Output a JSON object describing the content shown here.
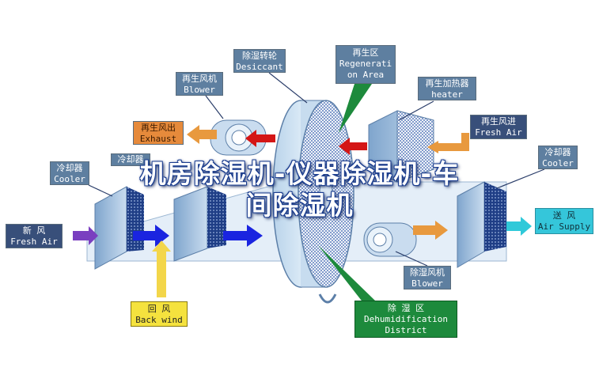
{
  "labels": {
    "desiccant": {
      "cn": "除湿转轮",
      "en": "Desiccant"
    },
    "regeneration_area": {
      "cn": "再生区",
      "en1": "Regenerati",
      "en2": "on Area"
    },
    "regen_blower": {
      "cn": "再生风机",
      "en": "Blower"
    },
    "regen_heater": {
      "cn": "再生加热器",
      "en": "heater"
    },
    "regen_exhaust": {
      "cn": "再生风出",
      "en": "Exhaust"
    },
    "regen_fresh_air": {
      "cn": "再生风进",
      "en": "Fresh Air"
    },
    "cooler_left": {
      "cn": "冷却器",
      "en": "Cooler"
    },
    "cooler_second": {
      "cn": "冷却器"
    },
    "cooler_right": {
      "cn": "冷却器",
      "en": "Cooler"
    },
    "fresh_air_in": {
      "cn": "新    风",
      "en": "Fresh Air"
    },
    "back_wind": {
      "cn": "回    风",
      "en": "Back wind"
    },
    "air_supply": {
      "cn": "送  风",
      "en": "Air Supply"
    },
    "dehumid_blower": {
      "cn": "除湿风机",
      "en": "Blower"
    },
    "dehumid_district": {
      "cn": "除    湿    区",
      "en1": "Dehumidification",
      "en2": "District"
    }
  },
  "overlay_title": {
    "line1": "机房除湿机-仪器除湿机-车",
    "line2": "间除湿机"
  },
  "colors": {
    "steel_label": "#5e7fa0",
    "navy_label": "#384f7a",
    "exhaust_label": "#e68a3b",
    "backwind_label": "#f5e23e",
    "supply_label": "#35c6da",
    "district_label": "#1d8a3c",
    "blue_arrow": "#1a24e0",
    "red_arrow": "#d41616",
    "orange_arrow": "#e8993e",
    "yellow_arrow": "#f3d64a",
    "purple_arrow": "#7a3fc0",
    "cyan_arrow": "#2fc9d9"
  }
}
